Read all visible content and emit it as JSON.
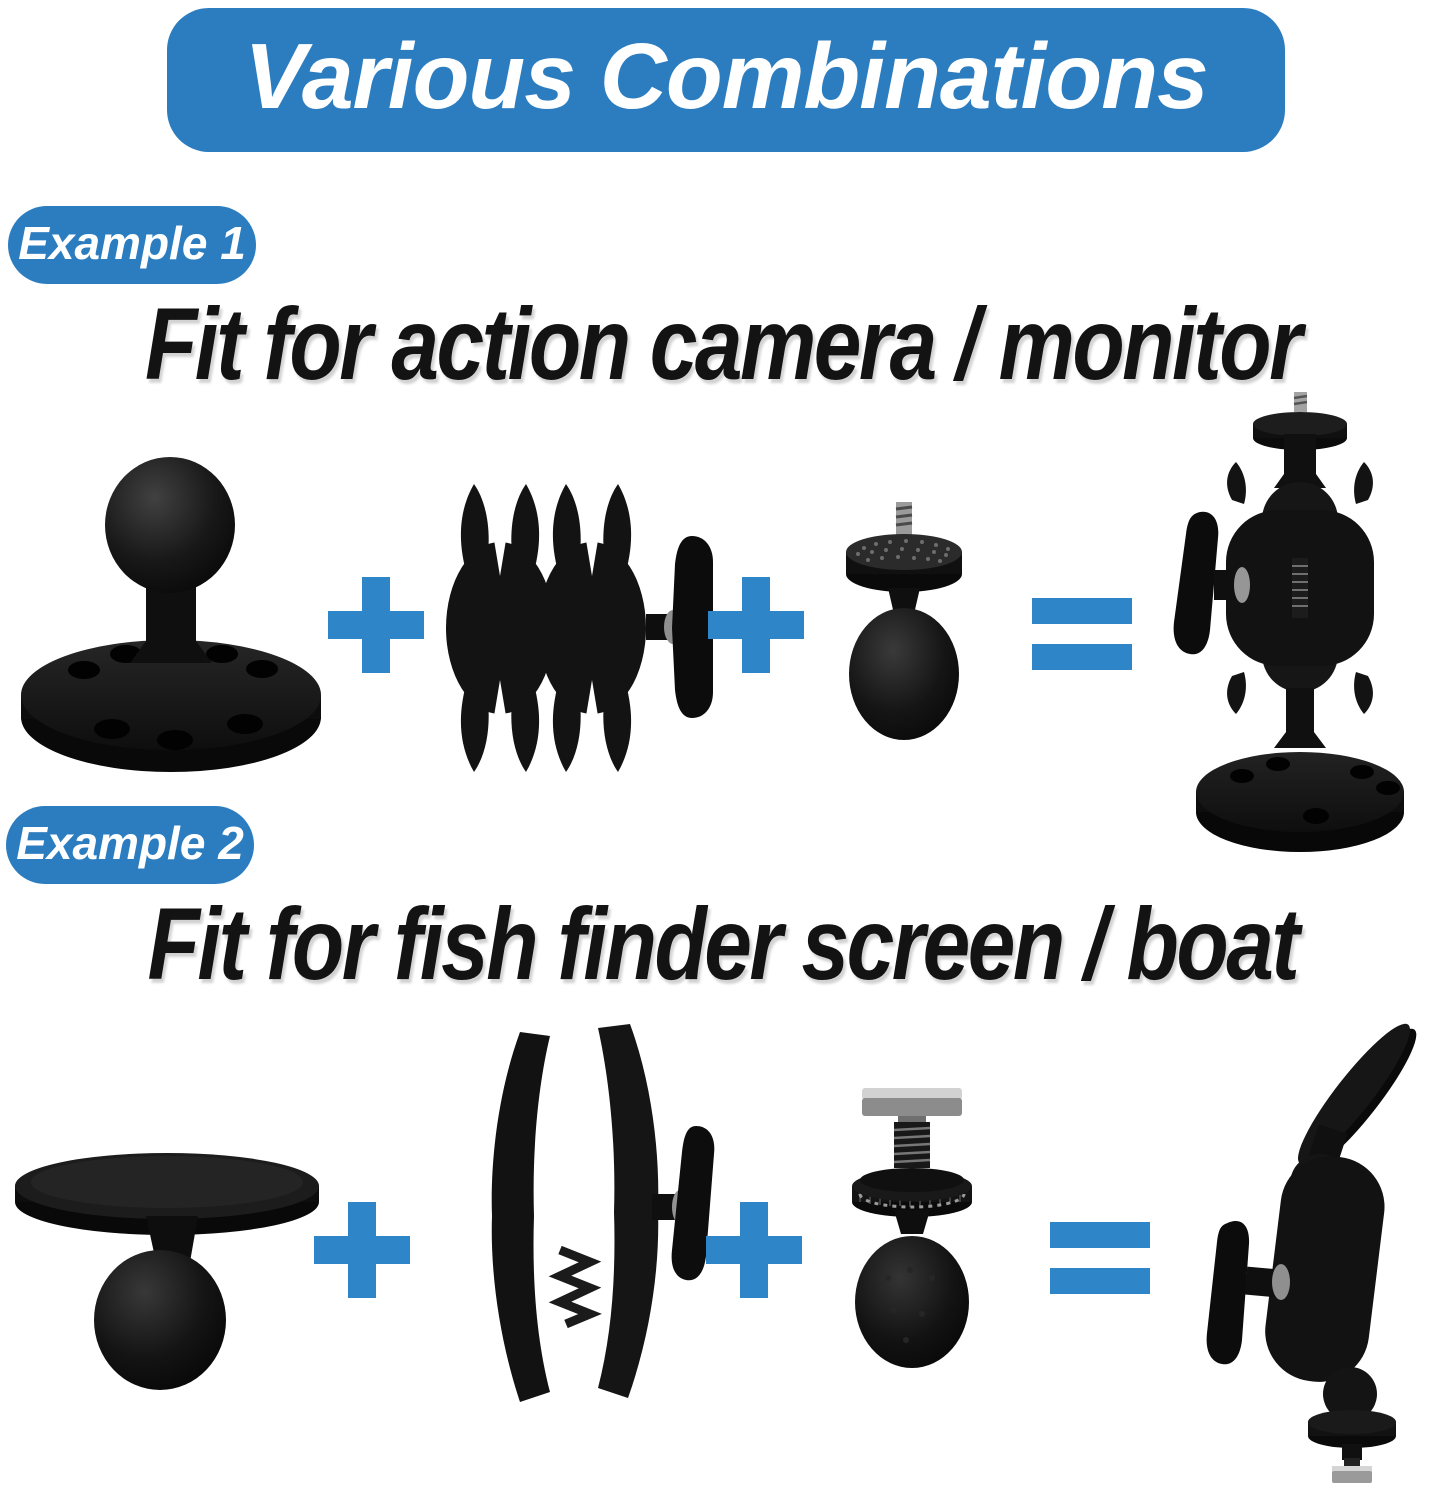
{
  "header": {
    "title": "Various Combinations"
  },
  "colors": {
    "banner_blue": "#2b7dc0",
    "symbol_blue": "#2e86c8",
    "text_white": "#ffffff",
    "heading_black": "#131313"
  },
  "examples": [
    {
      "badge": "Example 1",
      "heading": "Fit for action camera / monitor",
      "operators": [
        "+",
        "+",
        "="
      ],
      "parts": [
        "round-drill-base-ball-mount",
        "double-socket-arm",
        "camera-screw-ball-adapter",
        "assembled-camera-monitor-mount"
      ]
    },
    {
      "badge": "Example 2",
      "heading": "Fit for fish finder screen / boat",
      "operators": [
        "+",
        "+",
        "="
      ],
      "parts": [
        "round-disc-ball-mount",
        "long-open-socket-arm",
        "t-bolt-track-ball-adapter",
        "assembled-fish-finder-boat-mount"
      ]
    }
  ]
}
